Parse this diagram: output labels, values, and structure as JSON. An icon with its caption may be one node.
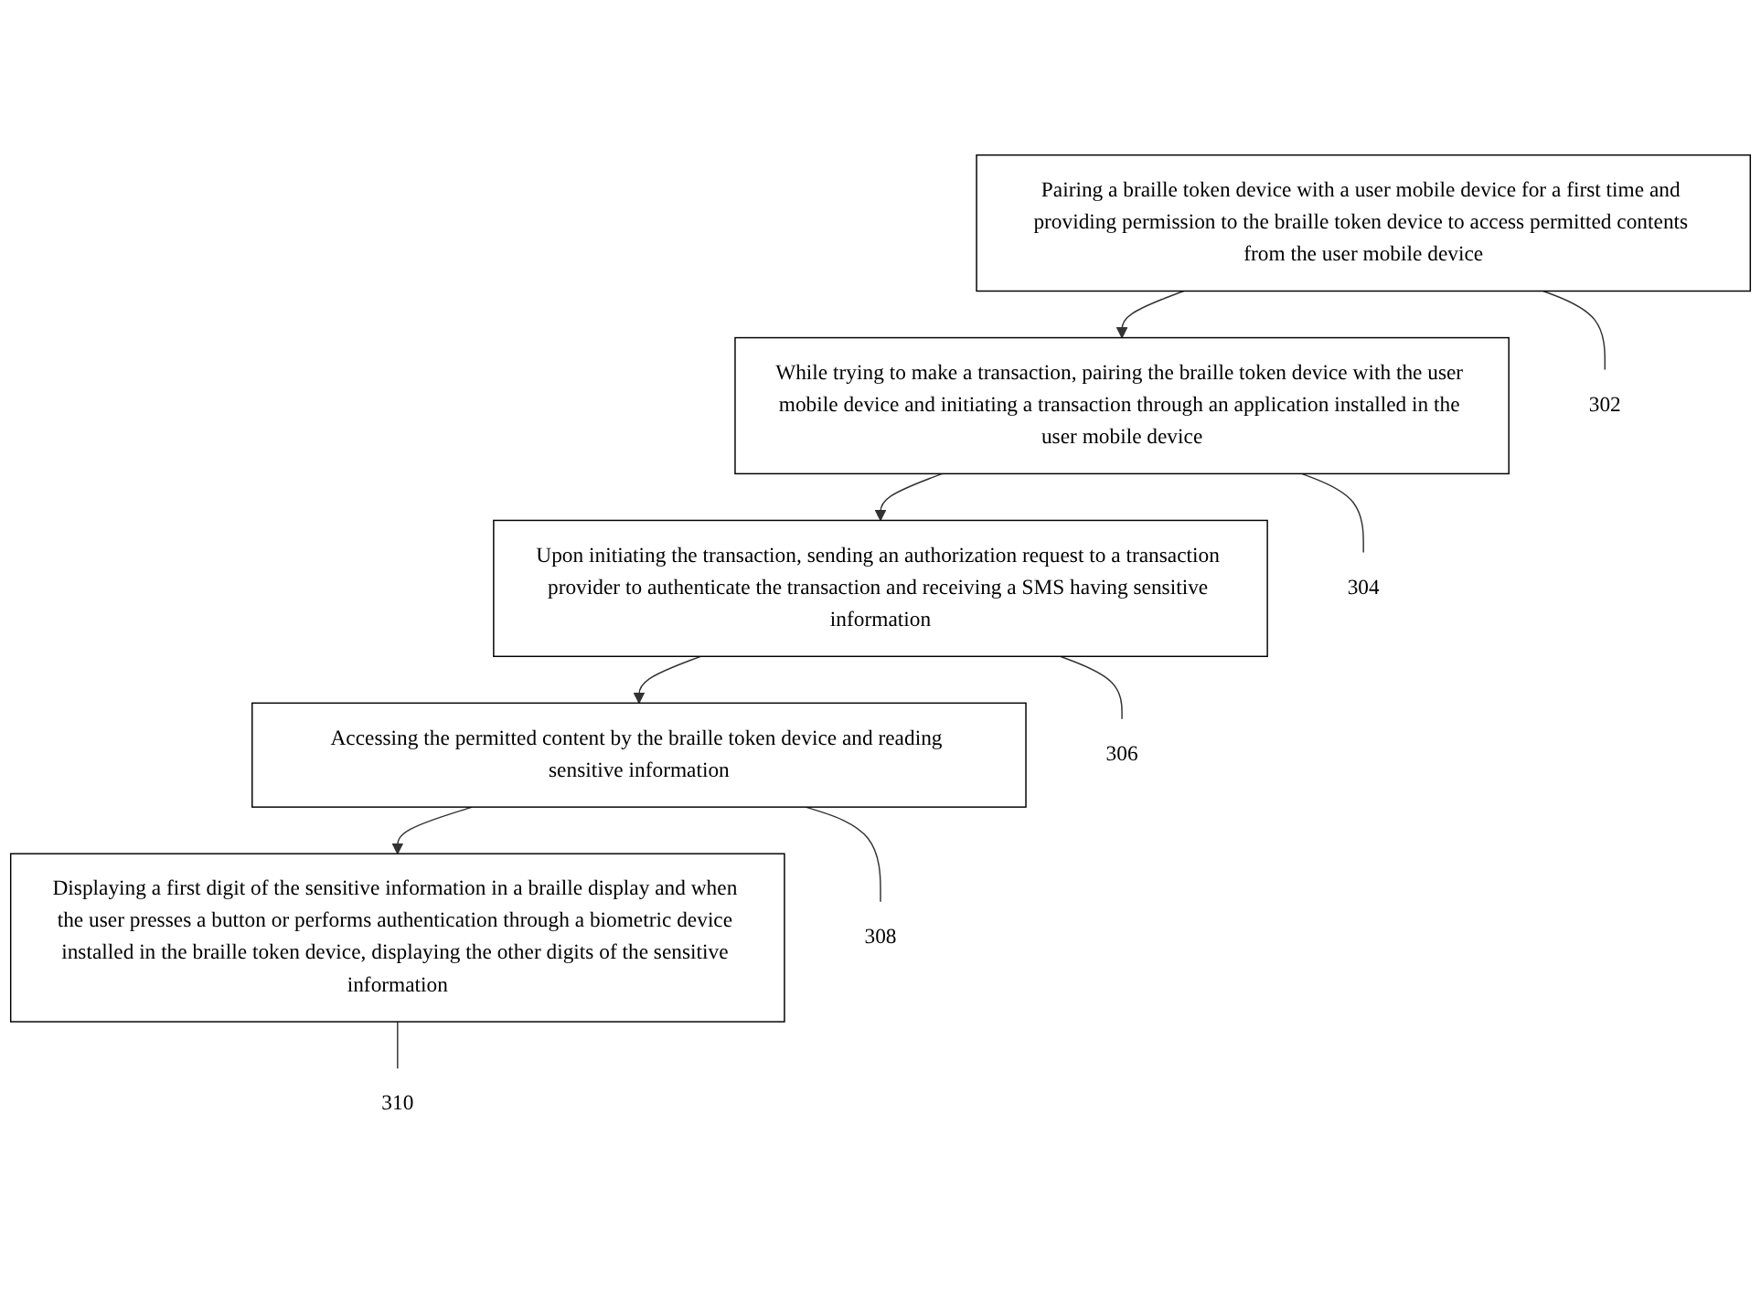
{
  "diagram": {
    "nodes": [
      {
        "text": [
          "Pairing a braille token device with a user mobile device for a first time and providing permission to the braille token device to access permitted contents from the user mobile device"
        ]
      },
      {
        "text": [
          "While trying to make a transaction, pairing the braille token device with the user mobile device and initiating a transaction through an application installed in the user mobile device"
        ]
      },
      {
        "text": [
          "Upon initiating the transaction, sending an authorization request to a transaction provider to authenticate the transaction and receiving a SMS having sensitive information"
        ]
      },
      {
        "text": [
          "Accessing the permitted content by the braille token device and reading sensitive information"
        ]
      },
      {
        "text": [
          "Displaying a first digit of the sensitive information in a braille display and when the user presses a button or performs authentication through a biometric device installed in the braille token device, displaying the other digits of the sensitive information"
        ]
      },
      {
        "text": [
          "302"
        ]
      },
      {
        "text": [
          "304"
        ]
      },
      {
        "text": [
          "306"
        ]
      },
      {
        "text": [
          "308"
        ]
      },
      {
        "text": [
          "310"
        ]
      }
    ],
    "edges": [
      {
        "from": 0,
        "to": 1,
        "arrow": "to"
      },
      {
        "from": 1,
        "to": 2,
        "arrow": "to"
      },
      {
        "from": 2,
        "to": 3,
        "arrow": "to"
      },
      {
        "from": 3,
        "to": 4,
        "arrow": "to"
      },
      {
        "from": 5,
        "to": 0,
        "arrow": "none"
      },
      {
        "from": 6,
        "to": 1,
        "arrow": "none"
      },
      {
        "from": 7,
        "to": 2,
        "arrow": "none"
      },
      {
        "from": 8,
        "to": 3,
        "arrow": "none"
      },
      {
        "from": 9,
        "to": 4,
        "arrow": "none"
      }
    ]
  }
}
